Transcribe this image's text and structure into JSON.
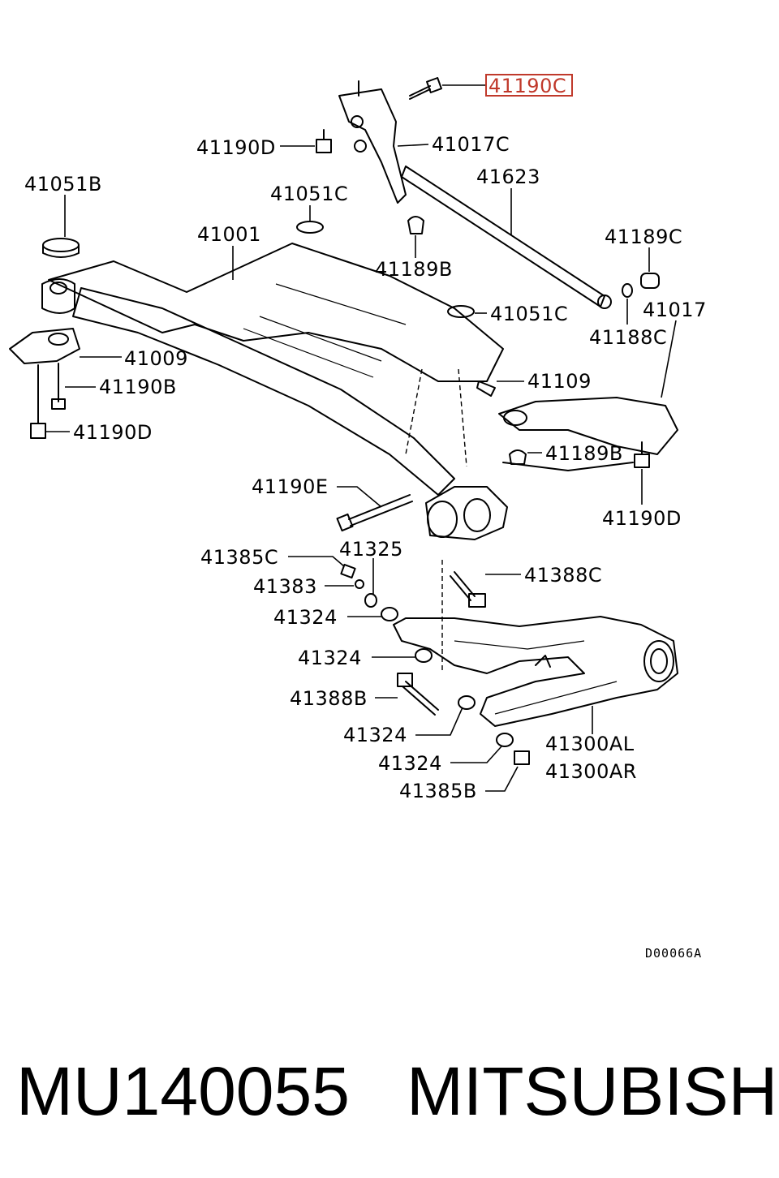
{
  "labels": {
    "l41190C": "41190C",
    "l41190D_top": "41190D",
    "l41017C": "41017C",
    "l41051B": "41051B",
    "l41623": "41623",
    "l41051C_top": "41051C",
    "l41001": "41001",
    "l41189C": "41189C",
    "l41189B_top": "41189B",
    "l41051C_mid": "41051C",
    "l41188C": "41188C",
    "l41017": "41017",
    "l41009": "41009",
    "l41190B": "41190B",
    "l41109": "41109",
    "l41190D_left": "41190D",
    "l41189B_mid": "41189B",
    "l41190E": "41190E",
    "l41190D_right": "41190D",
    "l41385C": "41385C",
    "l41325": "41325",
    "l41383": "41383",
    "l41388C": "41388C",
    "l41324_a": "41324",
    "l41324_b": "41324",
    "l41388B": "41388B",
    "l41324_c": "41324",
    "l41300AL": "41300AL",
    "l41324_d": "41324",
    "l41300AR": "41300AR",
    "l41385B": "41385B"
  },
  "highlighted_part": "41190C",
  "highlight_color": "#c0392b",
  "diagram_code": "D00066A",
  "caption": {
    "part_number": "MU140055",
    "brand": "MITSUBISHI"
  }
}
